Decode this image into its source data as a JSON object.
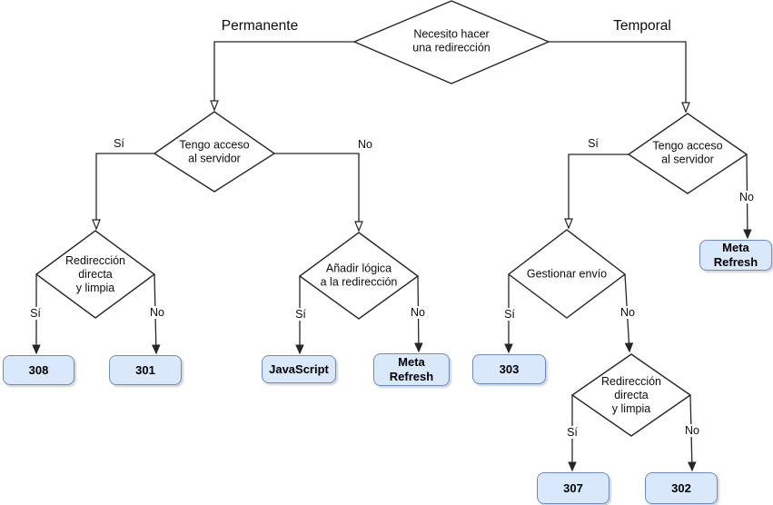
{
  "colors": {
    "result_fill": "#dae8fc",
    "result_border": "#6c8ebf",
    "stroke": "#262626"
  },
  "branches": {
    "permanente": "Permanente",
    "temporal": "Temporal"
  },
  "answers": {
    "yes": "Sí",
    "no": "No"
  },
  "decisions": {
    "root": "Necesito hacer\nuna redirección",
    "left_access": "Tengo acceso\nal servidor",
    "left_clean": "Redirección\ndirecta\ny limpia",
    "left_logic": "Añadir lógica\na la redirección",
    "right_access": "Tengo acceso\nal servidor",
    "right_send": "Gestionar envío",
    "right_clean": "Redirección\ndirecta\ny limpia"
  },
  "results": {
    "r308": "308",
    "r301": "301",
    "javascript": "JavaScript",
    "meta_refresh_permanent": "Meta\nRefresh",
    "r303": "303",
    "meta_refresh_temporal": "Meta\nRefresh",
    "r307": "307",
    "r302": "302"
  }
}
